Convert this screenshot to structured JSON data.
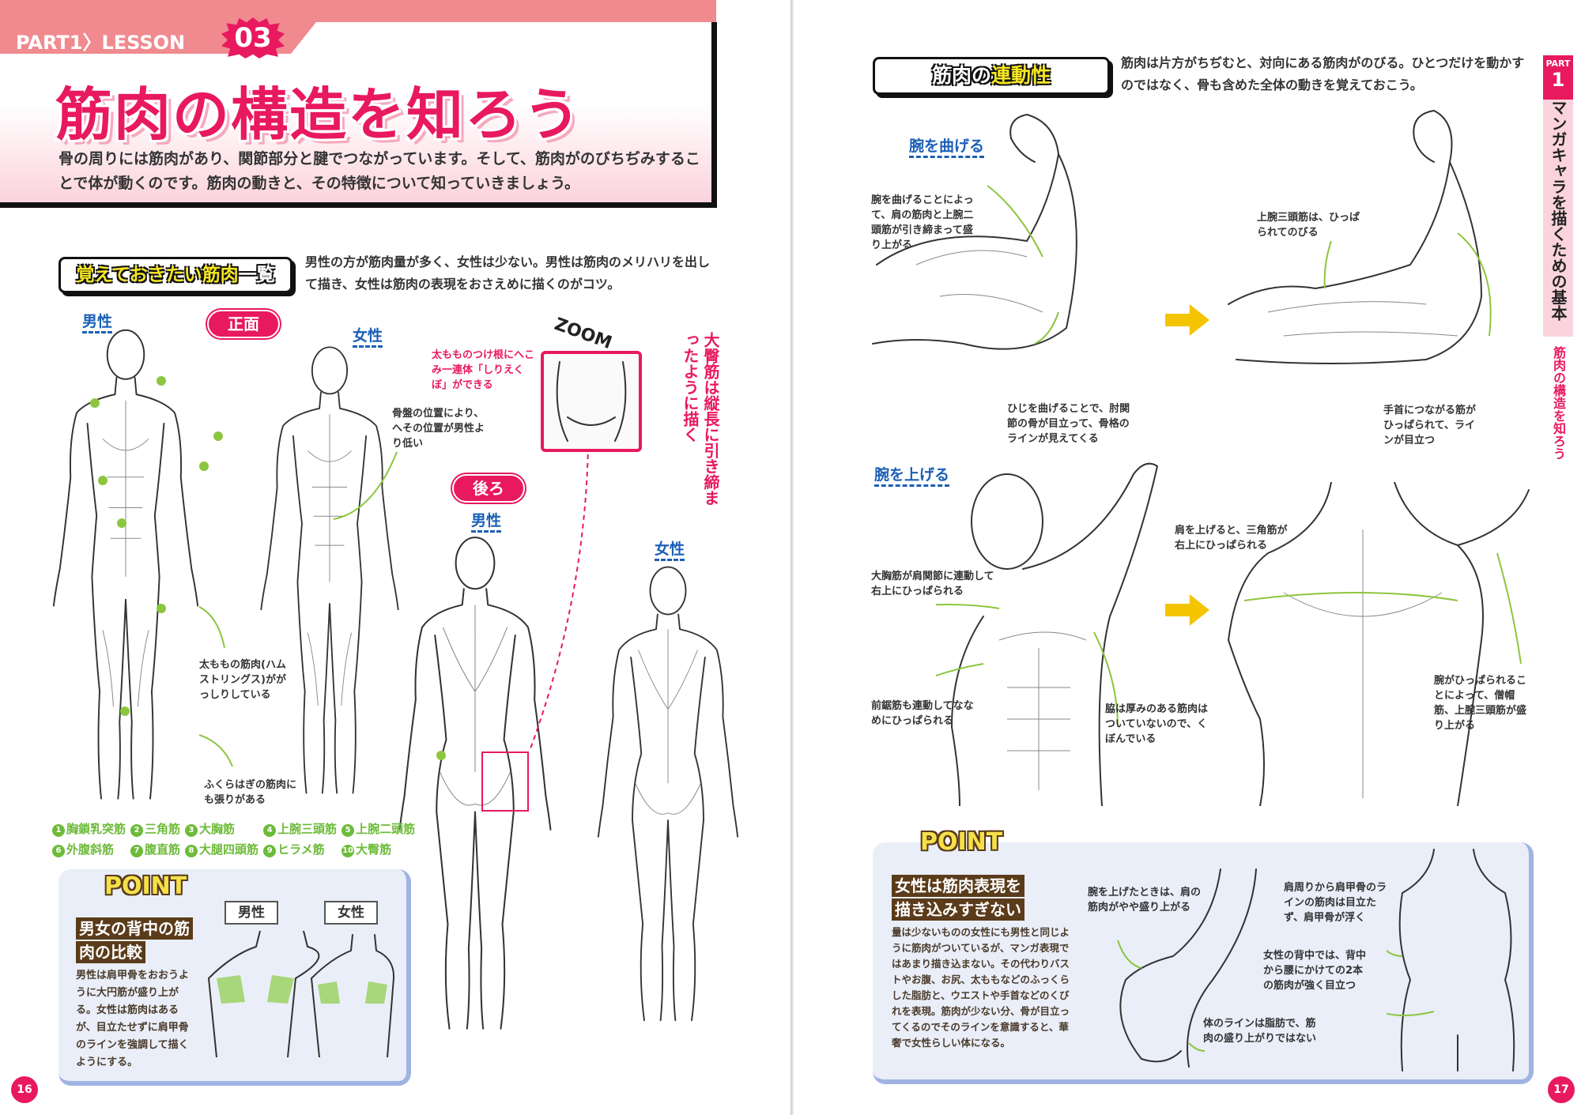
{
  "left_page": {
    "breadcrumb": {
      "part": "PART1",
      "separator": "〉",
      "lesson": "LESSON",
      "lesson_number": "03"
    },
    "title": "筋肉の構造を知ろう",
    "lead": "骨の周りには筋肉があり、関節部分と腱でつながっています。そして、筋肉がのびちぢみすることで体が動くのです。筋肉の動きと、その特徴について知っていきましょう。",
    "section": {
      "label_part1": "覚えておきたい筋肉",
      "label_part2": "一覧",
      "description": "男性の方が筋肉量が多く、女性は少ない。男性は筋肉のメリハリを出して描き、女性は筋肉の表現をおさえめに描くのがコツ。"
    },
    "front": {
      "pill": "正面",
      "male": "男性",
      "female": "女性"
    },
    "back": {
      "pill": "後ろ",
      "male": "男性",
      "female": "女性"
    },
    "zoom_label": "ZOOM",
    "notes": {
      "dimple": "太もものつけ根にへこみ一連体「しりえくぼ」ができる",
      "gluteus_vertical": "大臀筋は縦長に引き締まったように描く",
      "navel": "骨盤の位置により、へその位置が男性より低い",
      "hamstrings": "太ももの筋肉(ハムストリングス)ががっしりしている",
      "calf": "ふくらはぎの筋肉にも張りがある"
    },
    "muscles": [
      {
        "n": "1",
        "name": "胸鎖乳突筋"
      },
      {
        "n": "2",
        "name": "三角筋"
      },
      {
        "n": "3",
        "name": "大胸筋"
      },
      {
        "n": "4",
        "name": "上腕三頭筋"
      },
      {
        "n": "5",
        "name": "上腕二頭筋"
      },
      {
        "n": "6",
        "name": "外腹斜筋"
      },
      {
        "n": "7",
        "name": "腹直筋"
      },
      {
        "n": "8",
        "name": "大腿四頭筋"
      },
      {
        "n": "9",
        "name": "ヒラメ筋"
      },
      {
        "n": "10",
        "name": "大臀筋"
      }
    ],
    "point": {
      "label": "POINT",
      "heading": "男女の背中の筋肉の比較",
      "body": "男性は肩甲骨をおおうように大円筋が盛り上がる。女性は筋肉はあるが、目立たせずに肩甲骨のラインを強調して描くようにする。",
      "tag_male": "男性",
      "tag_female": "女性"
    },
    "page_number": "16"
  },
  "right_page": {
    "section": {
      "label_part1": "筋肉の",
      "label_part2": "連動性",
      "description": "筋肉は片方がちぢむと、対向にある筋肉がのびる。ひとつだけを動かすのではなく、骨も含めた全体の動きを覚えておこう。"
    },
    "side_tab": {
      "part": "PART",
      "number": "1",
      "chapter": "マンガキャラを描くための基本",
      "lesson": "筋肉の構造を知ろう"
    },
    "bend": {
      "heading": "腕を曲げる",
      "note_biceps": "腕を曲げることによって、肩の筋肉と上腕二頭筋が引き締まって盛り上がる",
      "note_triceps": "上腕三頭筋は、ひっぱられてのびる",
      "note_elbow": "ひじを曲げることで、肘関節の骨が目立って、骨格のラインが見えてくる",
      "note_wrist": "手首につながる筋がひっぱられて、ラインが目立つ"
    },
    "raise": {
      "heading": "腕を上げる",
      "note_deltoid": "肩を上げると、三角筋が右上にひっぱられる",
      "note_pectoral": "大胸筋が肩関節に連動して右上にひっぱられる",
      "note_serratus": "前鋸筋も連動してななめにひっぱられる",
      "note_armpit": "脇は厚みのある筋肉はついていないので、くぼんでいる",
      "note_back": "腕がひっぱられることによって、僧帽筋、上腕三頭筋が盛り上がる"
    },
    "point": {
      "label": "POINT",
      "heading": "女性は筋肉表現を描き込みすぎない",
      "body": "量は少ないものの女性にも男性と同じように筋肉がついているが、マンガ表現ではあまり描き込まない。その代わりバストやお腹、お尻、太ももなどのふっくらした脂肪と、ウエストや手首などのくびれを表現。筋肉が少ない分、骨が目立ってくるのでそのラインを意識すると、華奢で女性らしい体になる。",
      "note_shoulder": "腕を上げたときは、肩の筋肉がやや盛り上がる",
      "note_body_line": "体のラインは脂肪で、筋肉の盛り上がりではない",
      "note_scapula": "肩周りから肩甲骨のラインの筋肉は目立たず、肩甲骨が浮く",
      "note_back": "女性の背中では、背中から腰にかけての2本の筋肉が強く目立つ"
    },
    "page_number": "17"
  },
  "colors": {
    "accent_pink": "#e8195f",
    "header_pink": "#f08a8f",
    "label_blue": "#1b5fb6",
    "muscle_green": "#8cc63f",
    "point_bg": "#e9eef8",
    "arrow_yellow": "#f5c400"
  }
}
